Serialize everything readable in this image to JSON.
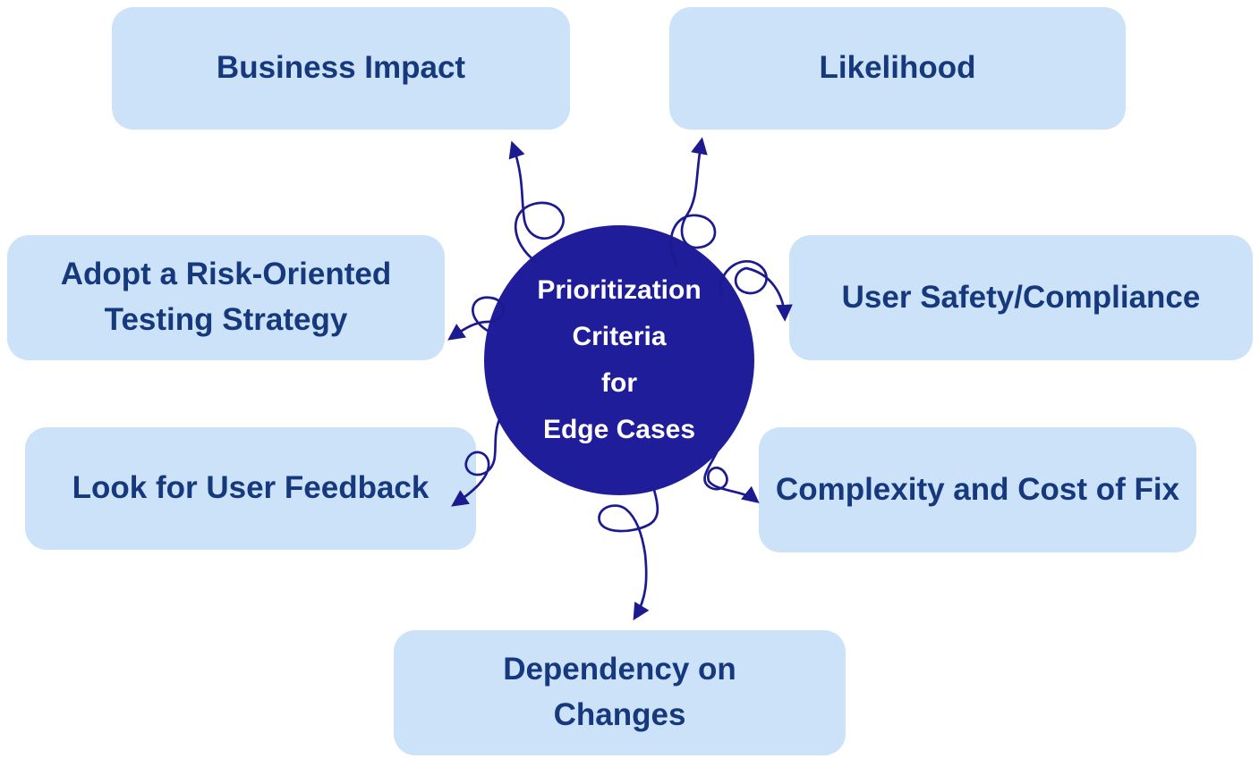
{
  "diagram": {
    "center": {
      "lines": [
        "Prioritization",
        "Criteria",
        "for",
        "Edge Cases"
      ]
    },
    "nodes": {
      "business_impact": {
        "label": "Business Impact"
      },
      "likelihood": {
        "label": "Likelihood"
      },
      "risk_strategy": {
        "label": "Adopt a Risk-Oriented Testing Strategy"
      },
      "user_safety": {
        "label": "User Safety/Compliance"
      },
      "user_feedback": {
        "label": "Look for User Feedback"
      },
      "complexity": {
        "label": "Complexity and Cost of Fix"
      },
      "dependency": {
        "label": "Dependency on Changes"
      }
    },
    "connections": [
      {
        "from": "center",
        "to": "business_impact"
      },
      {
        "from": "center",
        "to": "likelihood"
      },
      {
        "from": "center",
        "to": "risk_strategy"
      },
      {
        "from": "center",
        "to": "user_safety"
      },
      {
        "from": "center",
        "to": "user_feedback"
      },
      {
        "from": "center",
        "to": "complexity"
      },
      {
        "from": "center",
        "to": "dependency"
      }
    ],
    "colors": {
      "circle": "#201d9b",
      "arrow": "#1c1a8f",
      "box_bg": "#cce2f9",
      "box_text": "#16387d"
    }
  }
}
